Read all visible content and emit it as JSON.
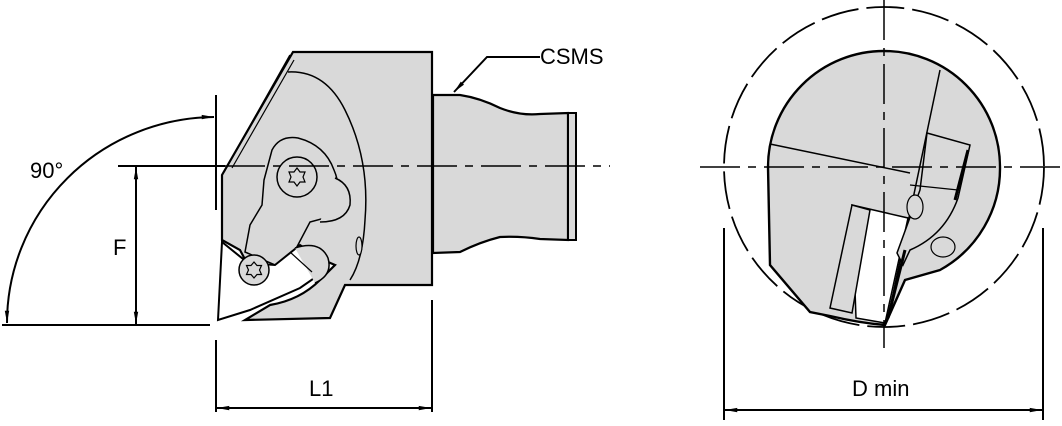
{
  "drawing": {
    "type": "technical-drawing",
    "subject": "Boring bar cutting head with clamped triangular insert",
    "colors": {
      "background": "#ffffff",
      "part_fill": "#d9d9d9",
      "line": "#000000",
      "insert_fill": "#ffffff"
    }
  },
  "side_view": {
    "angle_label": "90°",
    "dim_height_label": "F",
    "dim_length_label": "L1",
    "callout_label": "CSMS"
  },
  "end_view": {
    "dim_diameter_label": "D min"
  }
}
